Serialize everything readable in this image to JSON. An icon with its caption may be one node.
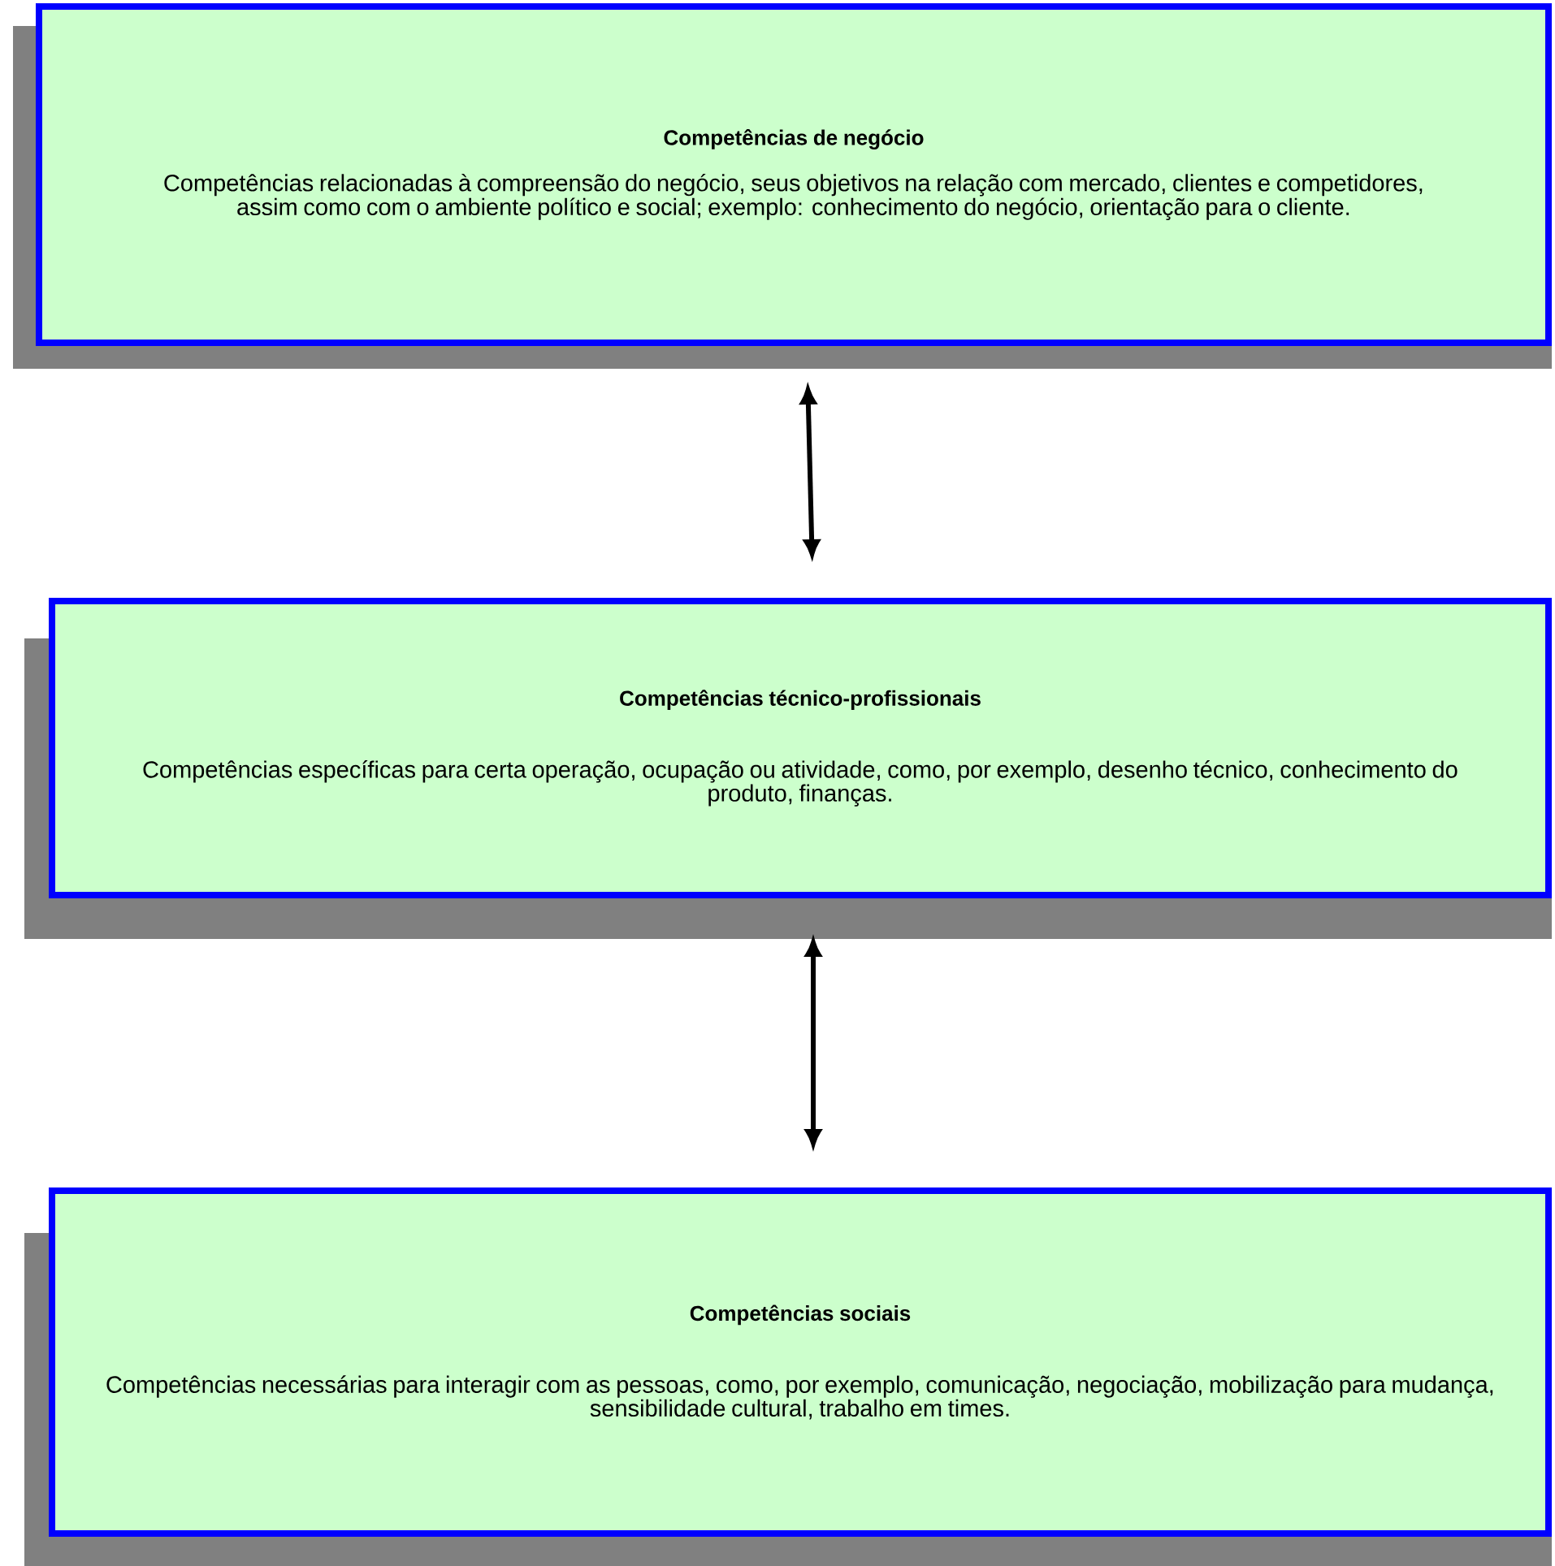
{
  "diagram": {
    "nodes": [
      {
        "text": [
          "Competências de negócio",
          "Competências relacionadas à compreensão do negócio, seus objetivos na relação com mercado, clientes e competidores, assim como com o ambiente político e social; exemplo: conhecimento do negócio, orientação para o cliente."
        ]
      },
      {
        "text": [
          "Competências técnico-profissionais",
          "Competências específicas para certa operação, ocupação ou atividade, como, por exemplo, desenho técnico, conhecimento do produto, finanças."
        ]
      },
      {
        "text": [
          "Competências sociais",
          "Competências necessárias para interagir com as pessoas, como, por exemplo, comunicação, negociação, mobilização para mudança, sensibilidade cultural, trabalho em times."
        ]
      }
    ],
    "edges": [
      {
        "from": 0,
        "to": 1,
        "arrow": "both"
      },
      {
        "from": 1,
        "to": 2,
        "arrow": "both"
      }
    ]
  }
}
